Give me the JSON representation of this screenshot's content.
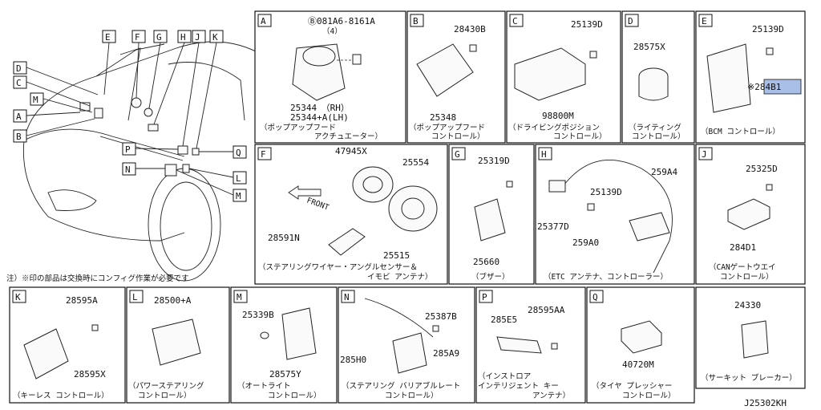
{
  "diagram_id": "J25302KH",
  "note": "注）※印の部品は交換時にコンフィグ作業が必要です",
  "callouts": [
    "D",
    "C",
    "M",
    "A",
    "B",
    "E",
    "F",
    "G",
    "H",
    "J",
    "K",
    "P",
    "N",
    "Q",
    "L",
    "M"
  ],
  "panels": [
    {
      "letter": "A",
      "parts": [
        "Ⓑ081A6-8161A",
        "（4）",
        "25344　（RH）",
        "25344+A(LH)"
      ],
      "caption": [
        "（ポップアップフード",
        "アクチュエーター）"
      ]
    },
    {
      "letter": "B",
      "parts": [
        "28430B",
        "25348"
      ],
      "caption": [
        "（ポップアップフード",
        "コントロール）"
      ]
    },
    {
      "letter": "C",
      "parts": [
        "25139D",
        "98800M"
      ],
      "caption": [
        "（ドライビングポジション",
        "コントロール）"
      ]
    },
    {
      "letter": "D",
      "parts": [
        "28575X"
      ],
      "caption": [
        "（ライティング",
        "コントロール）"
      ]
    },
    {
      "letter": "E",
      "parts": [
        "25139D",
        "※284B1"
      ],
      "caption": [
        "（BCM コントロール）"
      ]
    },
    {
      "letter": "F",
      "parts": [
        "47945X",
        "25554",
        "28591N",
        "25515"
      ],
      "front": "FRONT",
      "caption": [
        "（ステアリングワイヤー・アングルセンサー＆",
        "イモビ アンテナ）"
      ]
    },
    {
      "letter": "G",
      "parts": [
        "25319D",
        "25660"
      ],
      "caption": [
        "（ブザー）"
      ]
    },
    {
      "letter": "H",
      "parts": [
        "259A4",
        "25139D",
        "25377D",
        "259A0"
      ],
      "caption": [
        "（ETC アンテナ、コントローラー）"
      ]
    },
    {
      "letter": "J",
      "parts": [
        "25325D",
        "284D1"
      ],
      "caption": [
        "（CANゲートウエイ",
        "コントロール）"
      ]
    },
    {
      "letter": "K",
      "parts": [
        "28595A",
        "28595X"
      ],
      "caption": [
        "（キーレス コントロール）"
      ]
    },
    {
      "letter": "L",
      "parts": [
        "28500+A"
      ],
      "caption": [
        "（パワーステアリング",
        "コントロール）"
      ]
    },
    {
      "letter": "M",
      "parts": [
        "25339B",
        "28575Y"
      ],
      "caption": [
        "（オートライト",
        "コントロール）"
      ]
    },
    {
      "letter": "N",
      "parts": [
        "25387B",
        "285H0",
        "285A9"
      ],
      "caption": [
        "（ステアリング バリアブルレート",
        "コントロール）"
      ]
    },
    {
      "letter": "P",
      "parts": [
        "28595AA",
        "285E5"
      ],
      "caption": [
        "（インストロア",
        "インテリジェント キー",
        "アンテナ）"
      ]
    },
    {
      "letter": "Q",
      "parts": [
        "40720M"
      ],
      "caption": [
        "（タイヤ プレッシャー",
        "コントロール）"
      ]
    },
    {
      "letter": "",
      "parts": [
        "24330"
      ],
      "caption": [
        "（サーキット ブレーカー）"
      ]
    }
  ]
}
